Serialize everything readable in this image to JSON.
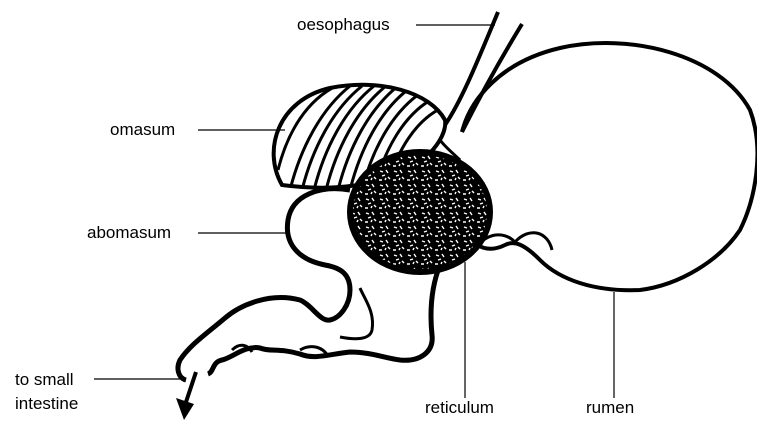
{
  "diagram": {
    "labels": {
      "oesophagus": "oesophagus",
      "omasum": "omasum",
      "abomasum": "abomasum",
      "small_intestine_line1": "to small",
      "small_intestine_line2": "intestine",
      "reticulum": "reticulum",
      "rumen": "rumen"
    },
    "colors": {
      "ink": "#000000",
      "background": "#ffffff"
    }
  }
}
